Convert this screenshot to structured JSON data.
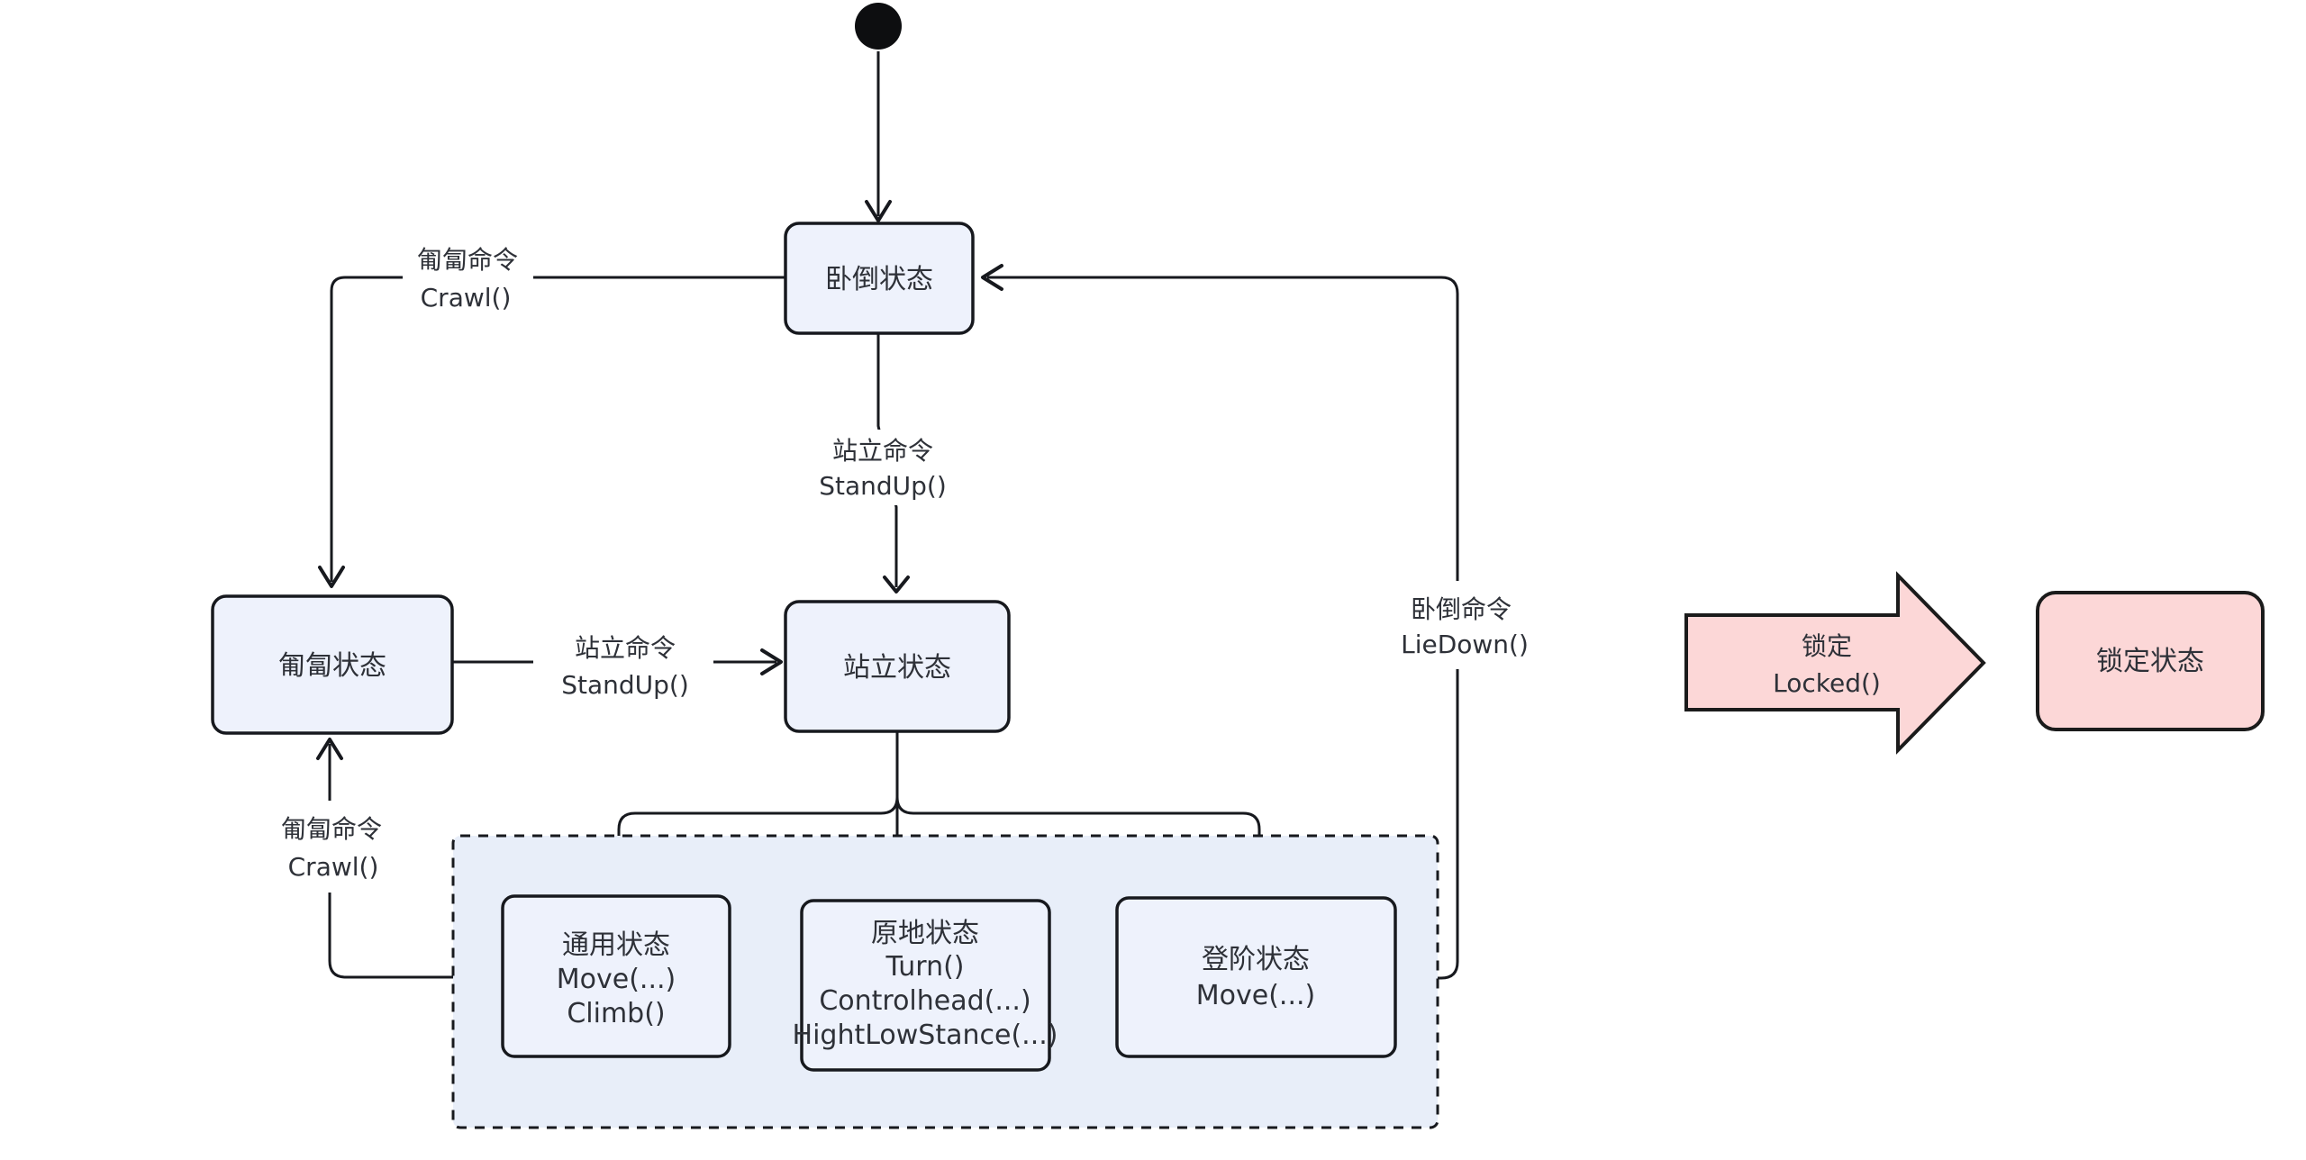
{
  "diagram": {
    "kind": "robot-posture-state-machine"
  },
  "colors": {
    "node_fill": "#eef2fc",
    "container_fill": "#e8eef9",
    "locked_fill": "#fcd7d7",
    "line": "#17191e",
    "pink_line": "#1b1b1b",
    "text": "#2e3138",
    "label_background": "#ffffff"
  },
  "nodes": {
    "lie": {
      "title": "卧倒状态"
    },
    "crawl": {
      "title": "匍匐状态"
    },
    "stand": {
      "title": "站立状态"
    },
    "general": {
      "title": "通用状态",
      "m1": "Move(...)",
      "m2": "Climb()"
    },
    "inplace": {
      "title": "原地状态",
      "m1": "Turn()",
      "m2": "Controlhead(...)",
      "m3": "HightLowStance(...)"
    },
    "stair": {
      "title": "登阶状态",
      "m1": "Move(...)"
    },
    "locked": {
      "title": "锁定状态"
    }
  },
  "edges": {
    "lie_to_crawl": {
      "l1": "匍匐命令",
      "l2": "Crawl()"
    },
    "lie_to_stand": {
      "l1": "站立命令",
      "l2": "StandUp()"
    },
    "crawl_to_stand": {
      "l1": "站立命令",
      "l2": "StandUp()"
    },
    "general_to_crawl": {
      "l1": "匍匐命令",
      "l2": "Crawl()"
    },
    "stair_to_lie": {
      "l1": "卧倒命令",
      "l2": "LieDown()"
    },
    "locked_transition": {
      "l1": "锁定",
      "l2": "Locked()"
    }
  }
}
